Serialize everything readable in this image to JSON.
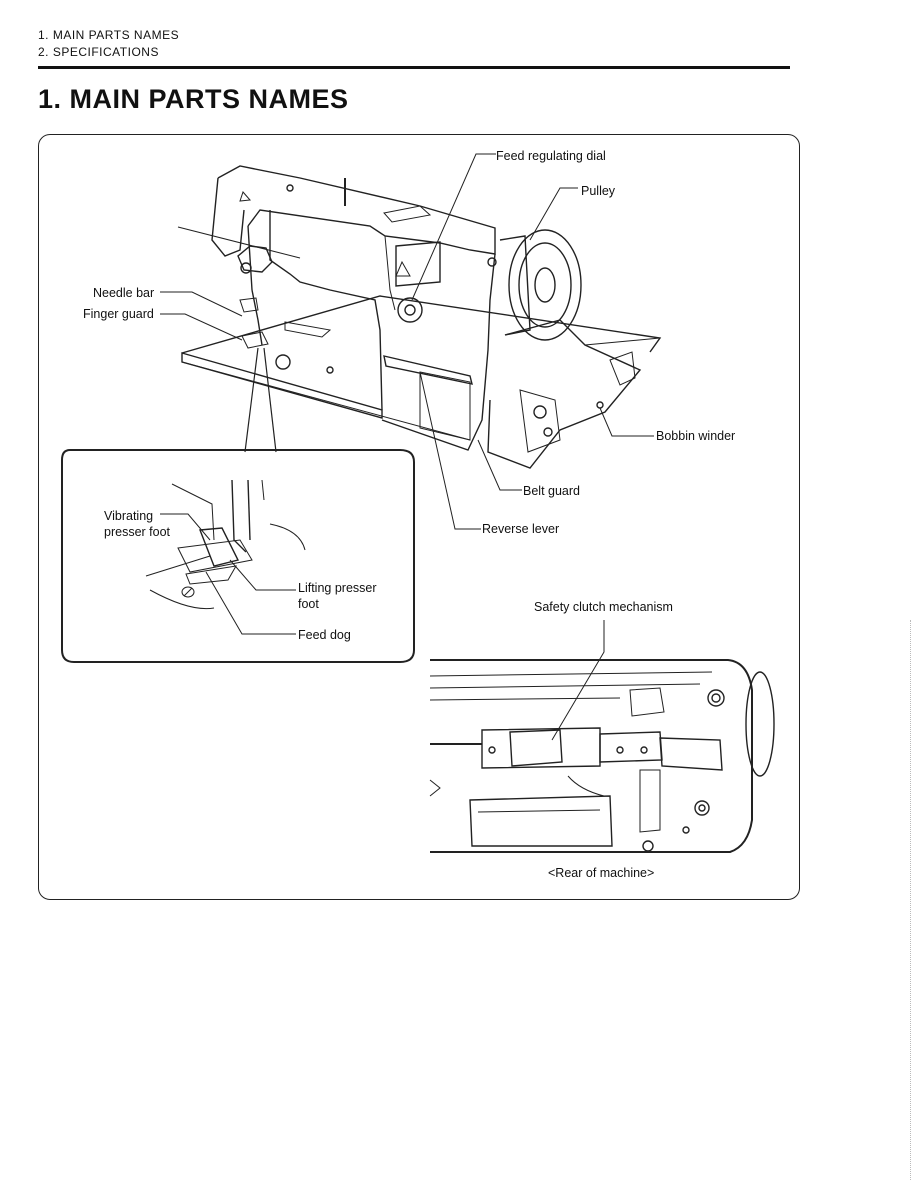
{
  "header": {
    "line1": "1. MAIN PARTS NAMES",
    "line2": "2. SPECIFICATIONS"
  },
  "section_title": "1. MAIN PARTS NAMES",
  "labels": {
    "feed_regulating_dial": "Feed regulating dial",
    "pulley": "Pulley",
    "needle_bar": "Needle bar",
    "finger_guard": "Finger guard",
    "bobbin_winder": "Bobbin winder",
    "belt_guard": "Belt guard",
    "reverse_lever": "Reverse lever",
    "vibrating_presser_foot": "Vibrating presser foot",
    "lifting_presser_foot": "Lifting presser foot",
    "feed_dog": "Feed dog",
    "safety_clutch_mechanism": "Safety clutch mechanism",
    "rear_caption": "<Rear of machine>"
  }
}
